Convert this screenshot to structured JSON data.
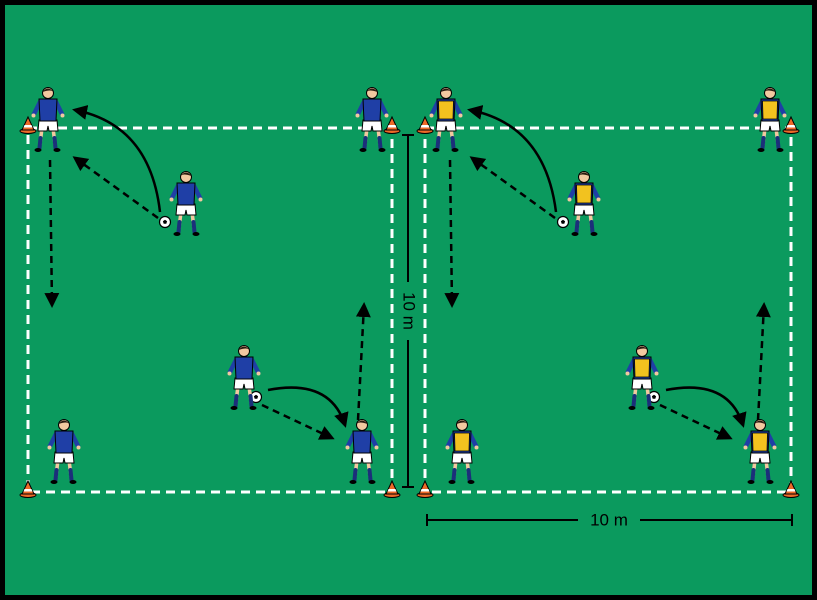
{
  "colors": {
    "pitch": "#0b9a5e",
    "border": "#000000",
    "lines": "#ffffff",
    "arrows": "#000000",
    "shirt_blue": "#1f3fa6",
    "bib_yellow": "#f2c21f",
    "shorts": "#ffffff",
    "socks": "#1b2f7a",
    "skin": "#f2c9a0",
    "hair": "#2a1a10",
    "cone_orange": "#ee6a28"
  },
  "labels": {
    "vertical_dimension": "10 m",
    "horizontal_dimension": "10 m"
  },
  "drills": [
    {
      "name": "left-square",
      "team_color": "blue",
      "players": [
        "top-left",
        "top-right",
        "passer-top",
        "passer-bottom",
        "bottom-left",
        "bottom-right"
      ]
    },
    {
      "name": "right-square",
      "team_color": "yellow",
      "players": [
        "top-left",
        "top-right",
        "passer-top",
        "passer-bottom",
        "bottom-left",
        "bottom-right"
      ]
    }
  ],
  "icons": {
    "cone": "cone-icon",
    "ball": "ball-icon",
    "player": "player-icon"
  }
}
